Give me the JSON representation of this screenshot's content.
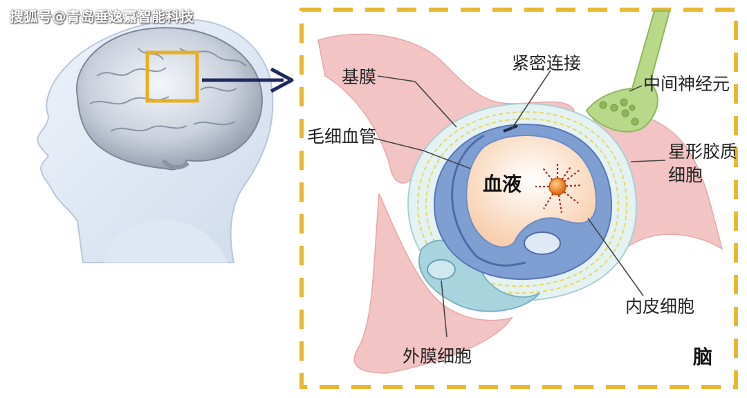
{
  "watermark": "搜狐号@青岛垂逸嘉智能科技",
  "labels": {
    "basement_membrane": "基膜",
    "tight_junction": "紧密连接",
    "interneuron": "中间神经元",
    "capillary": "毛细血管",
    "astrocyte_line1": "星形胶质",
    "astrocyte_line2": "细胞",
    "blood": "血液",
    "endothelial_cell": "内皮细胞",
    "pericyte": "外膜细胞",
    "brain": "脑"
  },
  "colors": {
    "frame_dash": "#e8b830",
    "highlight_box": "#e8b020",
    "arrow": "#1f2a5c",
    "astrocyte": "#f2c4c4",
    "capillary_wall": "#6f8fc8",
    "lumen": "#fbe3cf",
    "neuron": "#b8d88a",
    "blood_particle": "#f08a1a",
    "particle_spikes": "#b02020"
  }
}
